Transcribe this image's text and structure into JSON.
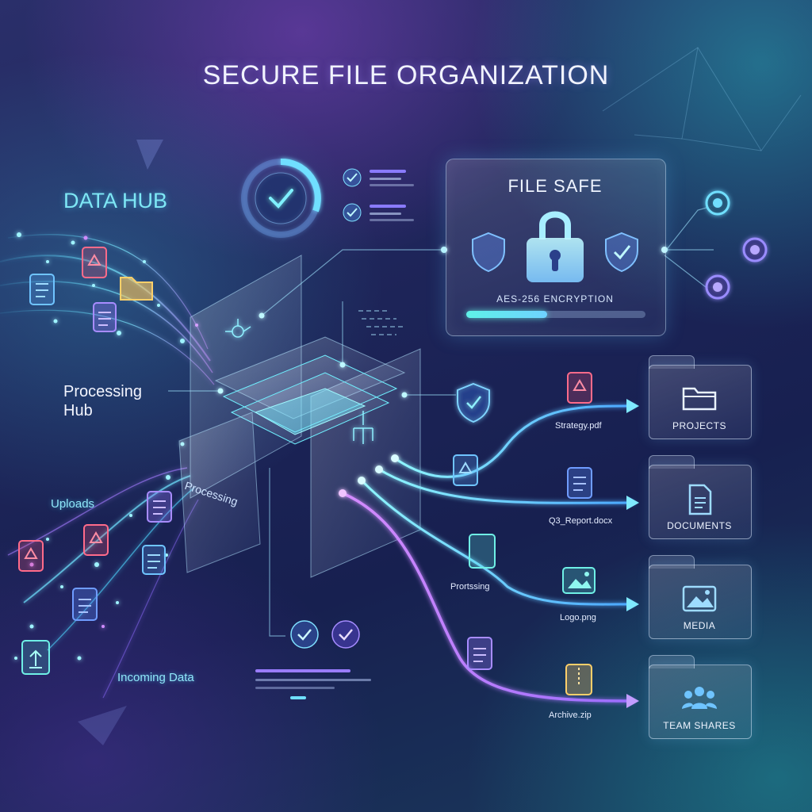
{
  "title": "SECURE FILE ORGANIZATION",
  "data_hub_label": "DATA HUB",
  "processing_hub_label": "Processing\nHub",
  "processing_panel_label": "Processing",
  "uploads_label": "Uploads",
  "incoming_label": "Incoming Data",
  "file_safe": {
    "title": "FILE SAFE",
    "subtitle": "AES-256 ENCRYPTION",
    "progress": 0.45
  },
  "files": [
    {
      "name": "Strategy.pdf",
      "type": "pdf"
    },
    {
      "name": "Q3_Report.docx",
      "type": "doc"
    },
    {
      "name": "Logo.png",
      "type": "image"
    },
    {
      "name": "Archive.zip",
      "type": "zip"
    }
  ],
  "flow_annotation": "Prortssing",
  "folders": [
    {
      "label": "PROJECTS",
      "icon": "folder-icon"
    },
    {
      "label": "DOCUMENTS",
      "icon": "document-icon"
    },
    {
      "label": "MEDIA",
      "icon": "image-icon"
    },
    {
      "label": "TEAM SHARES",
      "icon": "team-icon"
    }
  ],
  "colors": {
    "accent_cyan": "#5ff1e8",
    "accent_purple": "#b070ff",
    "pdf_red": "#e8506e",
    "doc_blue": "#5a8cff"
  }
}
